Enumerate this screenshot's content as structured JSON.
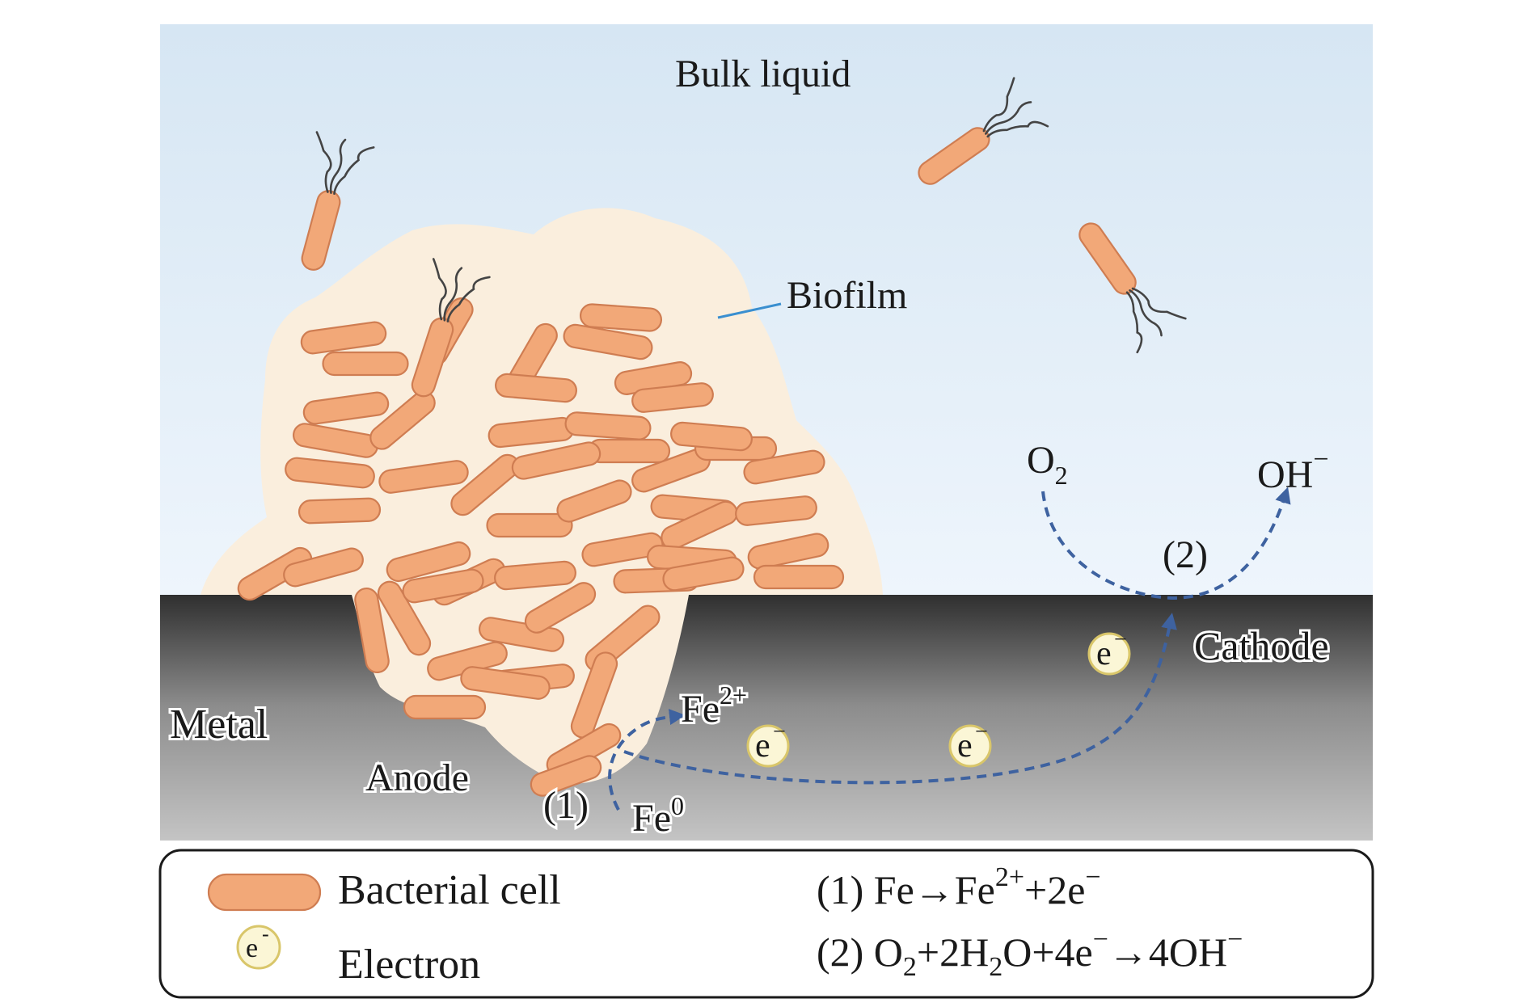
{
  "labels": {
    "bulk_liquid": "Bulk liquid",
    "biofilm": "Biofilm",
    "metal": "Metal",
    "anode": "Anode",
    "cathode": "Cathode",
    "step1": "(1)",
    "step2": "(2)",
    "fe": "Fe",
    "fe0_sup": "0",
    "fe2_sup": "2+",
    "o2_main": "O",
    "o2_sub": "2",
    "oh_main": "OH",
    "oh_sup": "−",
    "electron_e": "e",
    "electron_minus": "−"
  },
  "legend": {
    "bacterial_cell": "Bacterial cell",
    "electron": "Electron",
    "eq1_prefix": "(1) Fe→Fe",
    "eq1_sup": "2+",
    "eq1_suffix": "+2e",
    "eq1_minus": "−",
    "eq2_prefix": "(2) O",
    "eq2_sub1": "2",
    "eq2_mid1": "+2H",
    "eq2_sub2": "2",
    "eq2_mid2": "O+4e",
    "eq2_minus": "−",
    "eq2_arrow": "→4OH",
    "eq2_minus2": "−",
    "bubble_e": "e",
    "bubble_minus": "-"
  },
  "colors": {
    "liquid_top": "#dce9f4",
    "liquid_bottom": "#eef5fb",
    "metal_top": "#3a3a3a",
    "metal_bottom": "#bdbdbd",
    "biofilm": "#faeedd",
    "cell": "#f2a878",
    "cell_stroke": "#cf7d52",
    "arrow": "#3e62a0",
    "biofilm_pointer": "#3a8fd0"
  }
}
